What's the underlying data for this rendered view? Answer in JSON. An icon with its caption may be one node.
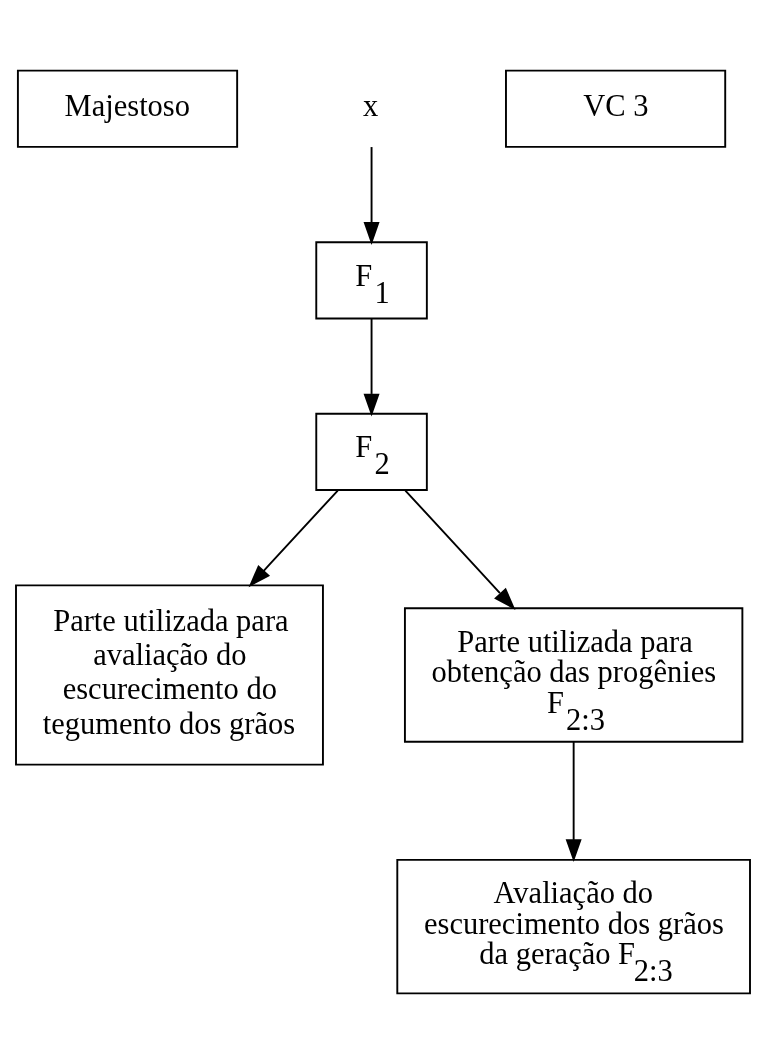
{
  "diagram": {
    "nodes": [
      {
        "text": [
          "Majestoso"
        ]
      },
      {
        "text": [
          "x"
        ]
      },
      {
        "text": [
          "VC 3"
        ]
      },
      {
        "text": [
          "F$_{1}$"
        ]
      },
      {
        "text": [
          "F$_{2}$"
        ]
      },
      {
        "text": [
          "Parte utilizada para avaliação do escurecimento do tegumento dos grãos"
        ]
      },
      {
        "text": [
          "Parte utilizada para obtenção das progênies F$_{2:3}$"
        ]
      },
      {
        "text": [
          "Avaliação do escurecimento dos grãos da geração F$_{2:3}$"
        ]
      }
    ],
    "edges": [
      {
        "from": 1,
        "to": 3,
        "arrow": "to"
      },
      {
        "from": 3,
        "to": 4,
        "arrow": "to"
      },
      {
        "from": 4,
        "to": 5,
        "arrow": "to"
      },
      {
        "from": 4,
        "to": 6,
        "arrow": "to"
      },
      {
        "from": 6,
        "to": 7,
        "arrow": "to"
      }
    ]
  }
}
